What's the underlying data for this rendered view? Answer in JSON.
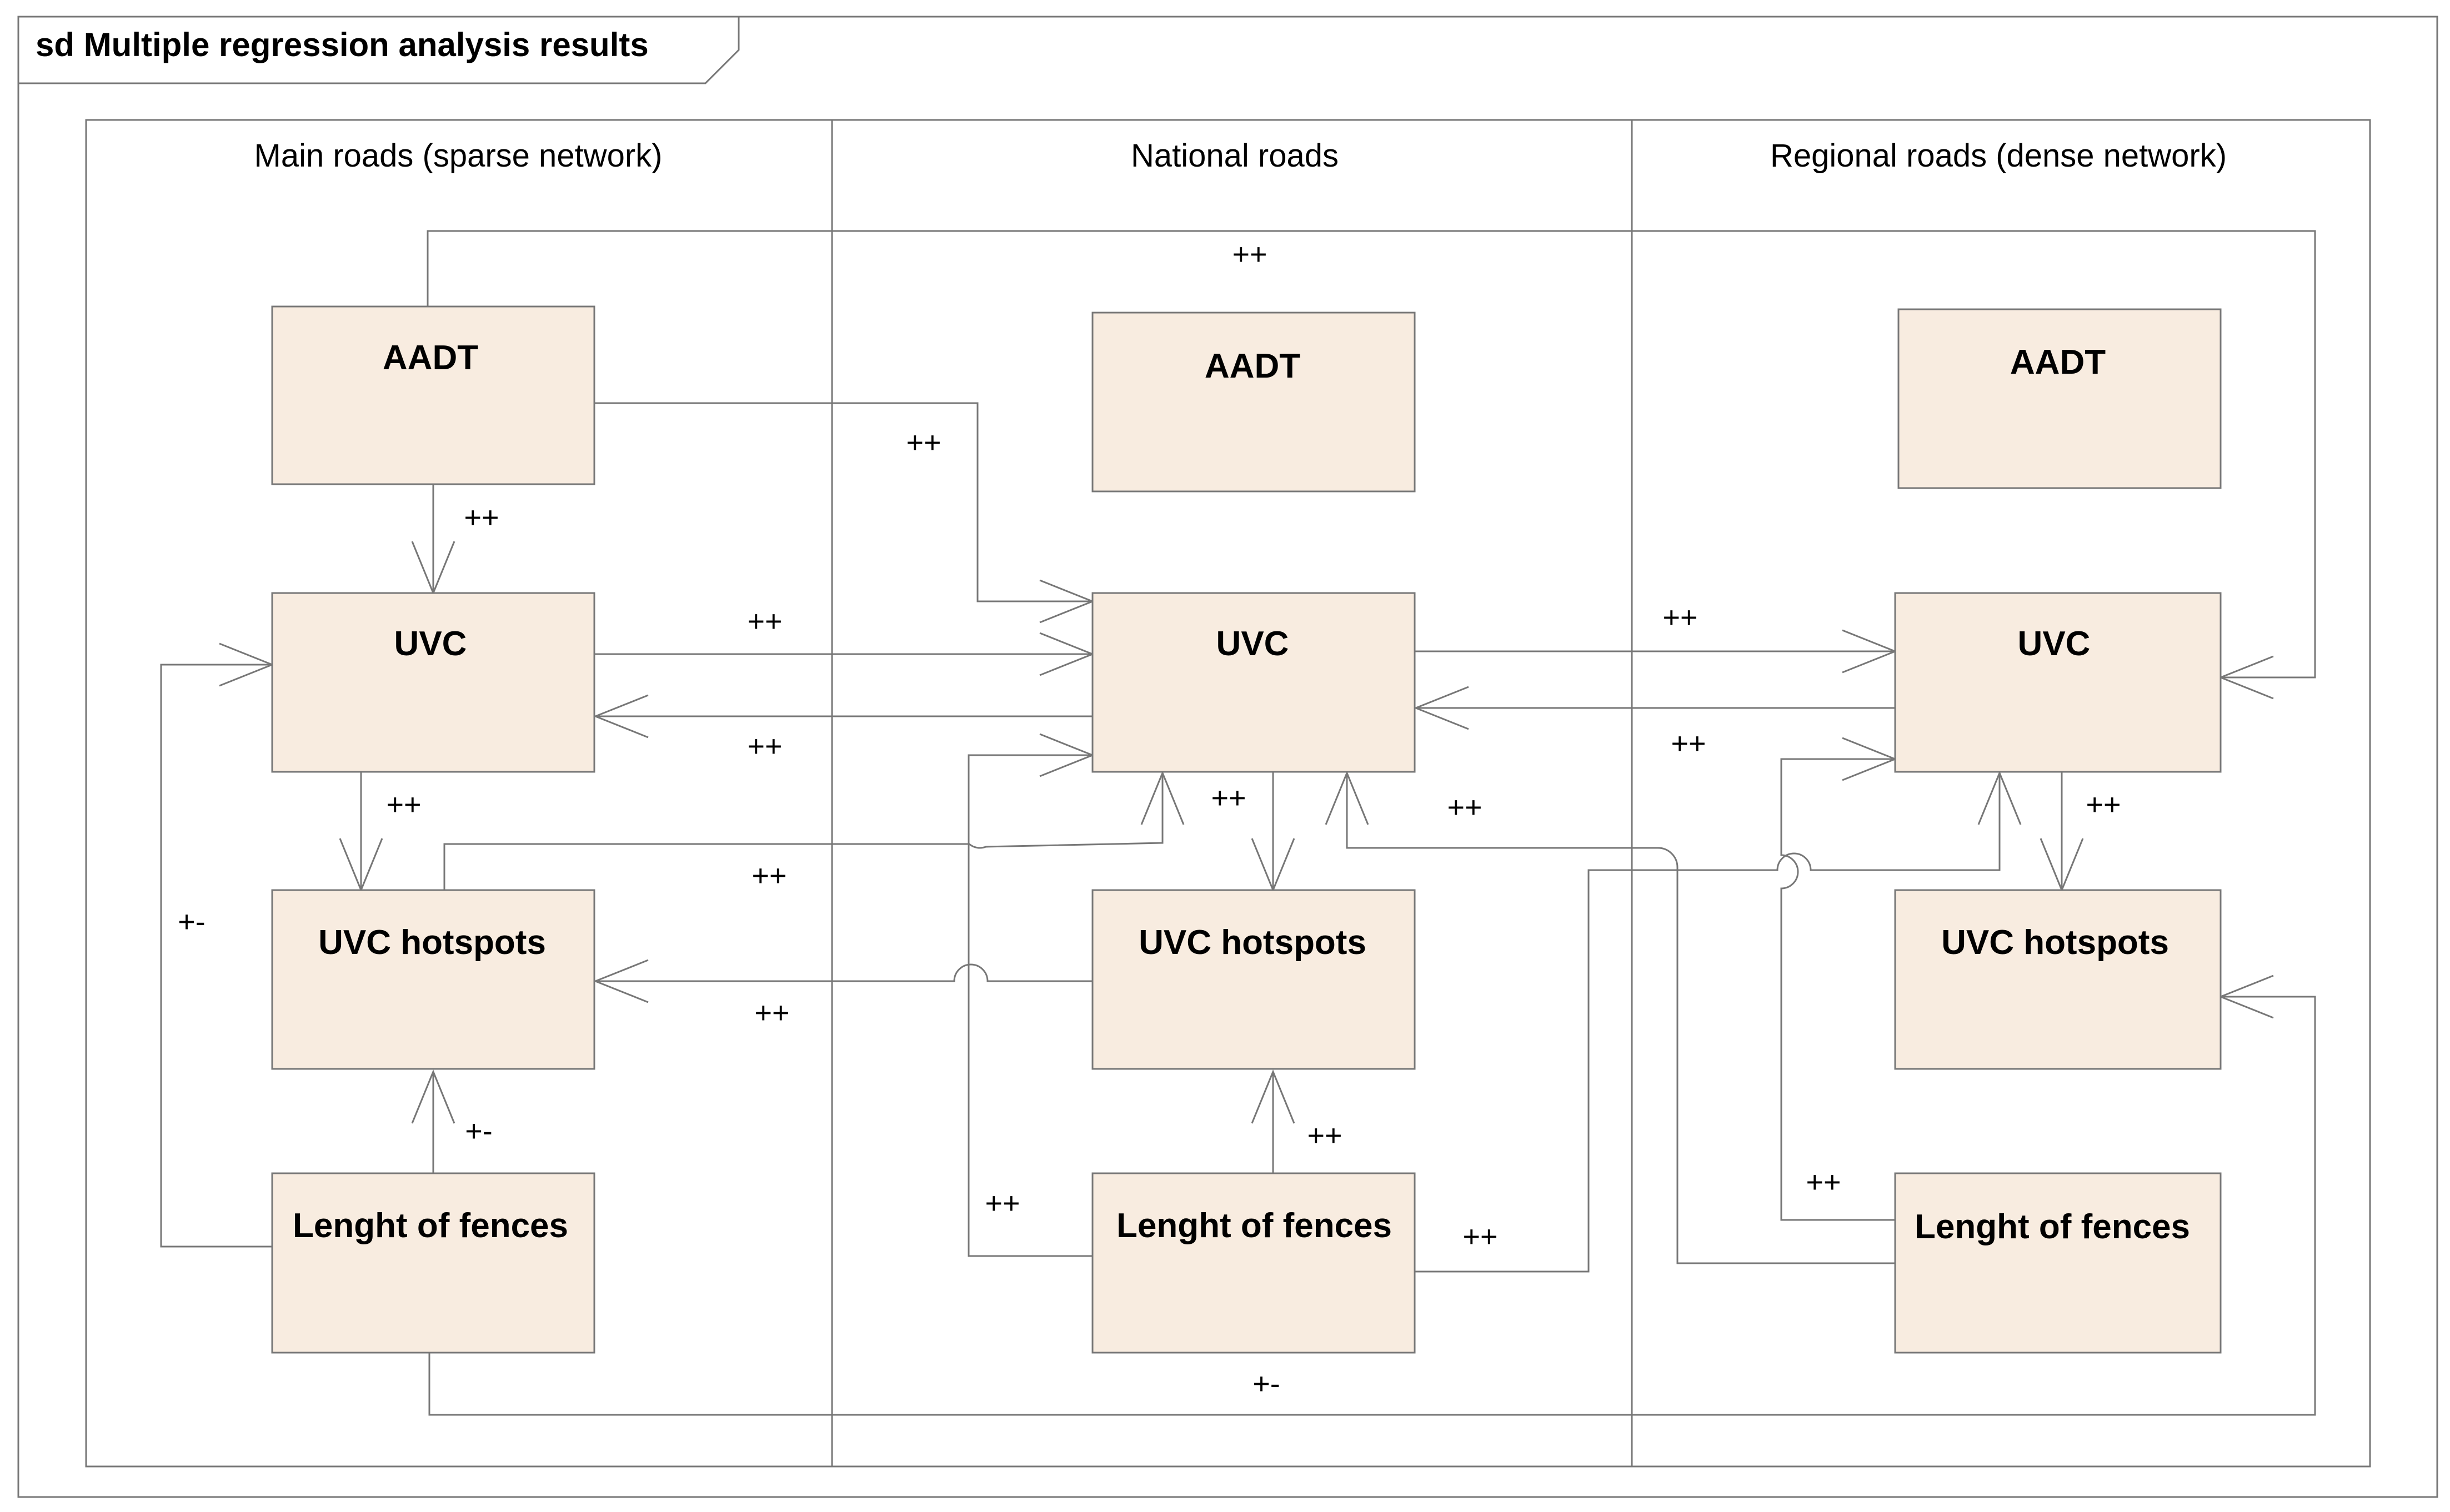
{
  "title": "sd Multiple regression analysis results",
  "columns": [
    {
      "id": "main",
      "label": "Main roads (sparse network)"
    },
    {
      "id": "national",
      "label": "National roads"
    },
    {
      "id": "regional",
      "label": "Regional roads (dense network)"
    }
  ],
  "node_labels": {
    "aadt": "AADT",
    "uvc": "UVC",
    "hotspots": "UVC hotspots",
    "fences": "Lenght of fences"
  },
  "edges": [
    {
      "from": "main.aadt",
      "to": "main.uvc",
      "label": "++"
    },
    {
      "from": "main.uvc",
      "to": "main.hotspots",
      "label": "++"
    },
    {
      "from": "main.fences",
      "to": "main.hotspots",
      "label": "+-"
    },
    {
      "from": "main.fences",
      "to": "main.uvc",
      "label": "+-"
    },
    {
      "from": "main.aadt",
      "to": "regional.uvc",
      "label": "++"
    },
    {
      "from": "main.aadt",
      "to": "national.uvc",
      "label": "++"
    },
    {
      "from": "main.uvc",
      "to": "national.uvc",
      "label": "++"
    },
    {
      "from": "national.uvc",
      "to": "main.uvc",
      "label": "++"
    },
    {
      "from": "main.hotspots",
      "to": "national.uvc",
      "label": "++"
    },
    {
      "from": "national.hotspots",
      "to": "main.hotspots",
      "label": "++"
    },
    {
      "from": "national.fences",
      "to": "national.uvc",
      "label": "++"
    },
    {
      "from": "national.uvc",
      "to": "national.hotspots",
      "label": "++"
    },
    {
      "from": "national.fences",
      "to": "national.hotspots",
      "label": "++"
    },
    {
      "from": "regional.fences",
      "to": "national.uvc",
      "label": "++"
    },
    {
      "from": "national.fences",
      "to": "regional.uvc",
      "label": "++"
    },
    {
      "from": "national.uvc",
      "to": "regional.uvc",
      "label": "++"
    },
    {
      "from": "regional.uvc",
      "to": "national.uvc",
      "label": "++"
    },
    {
      "from": "regional.fences",
      "to": "regional.uvc",
      "label": "++"
    },
    {
      "from": "regional.uvc",
      "to": "regional.hotspots",
      "label": "++"
    },
    {
      "from": "main.fences",
      "to": "regional.hotspots",
      "label": "+-"
    }
  ]
}
